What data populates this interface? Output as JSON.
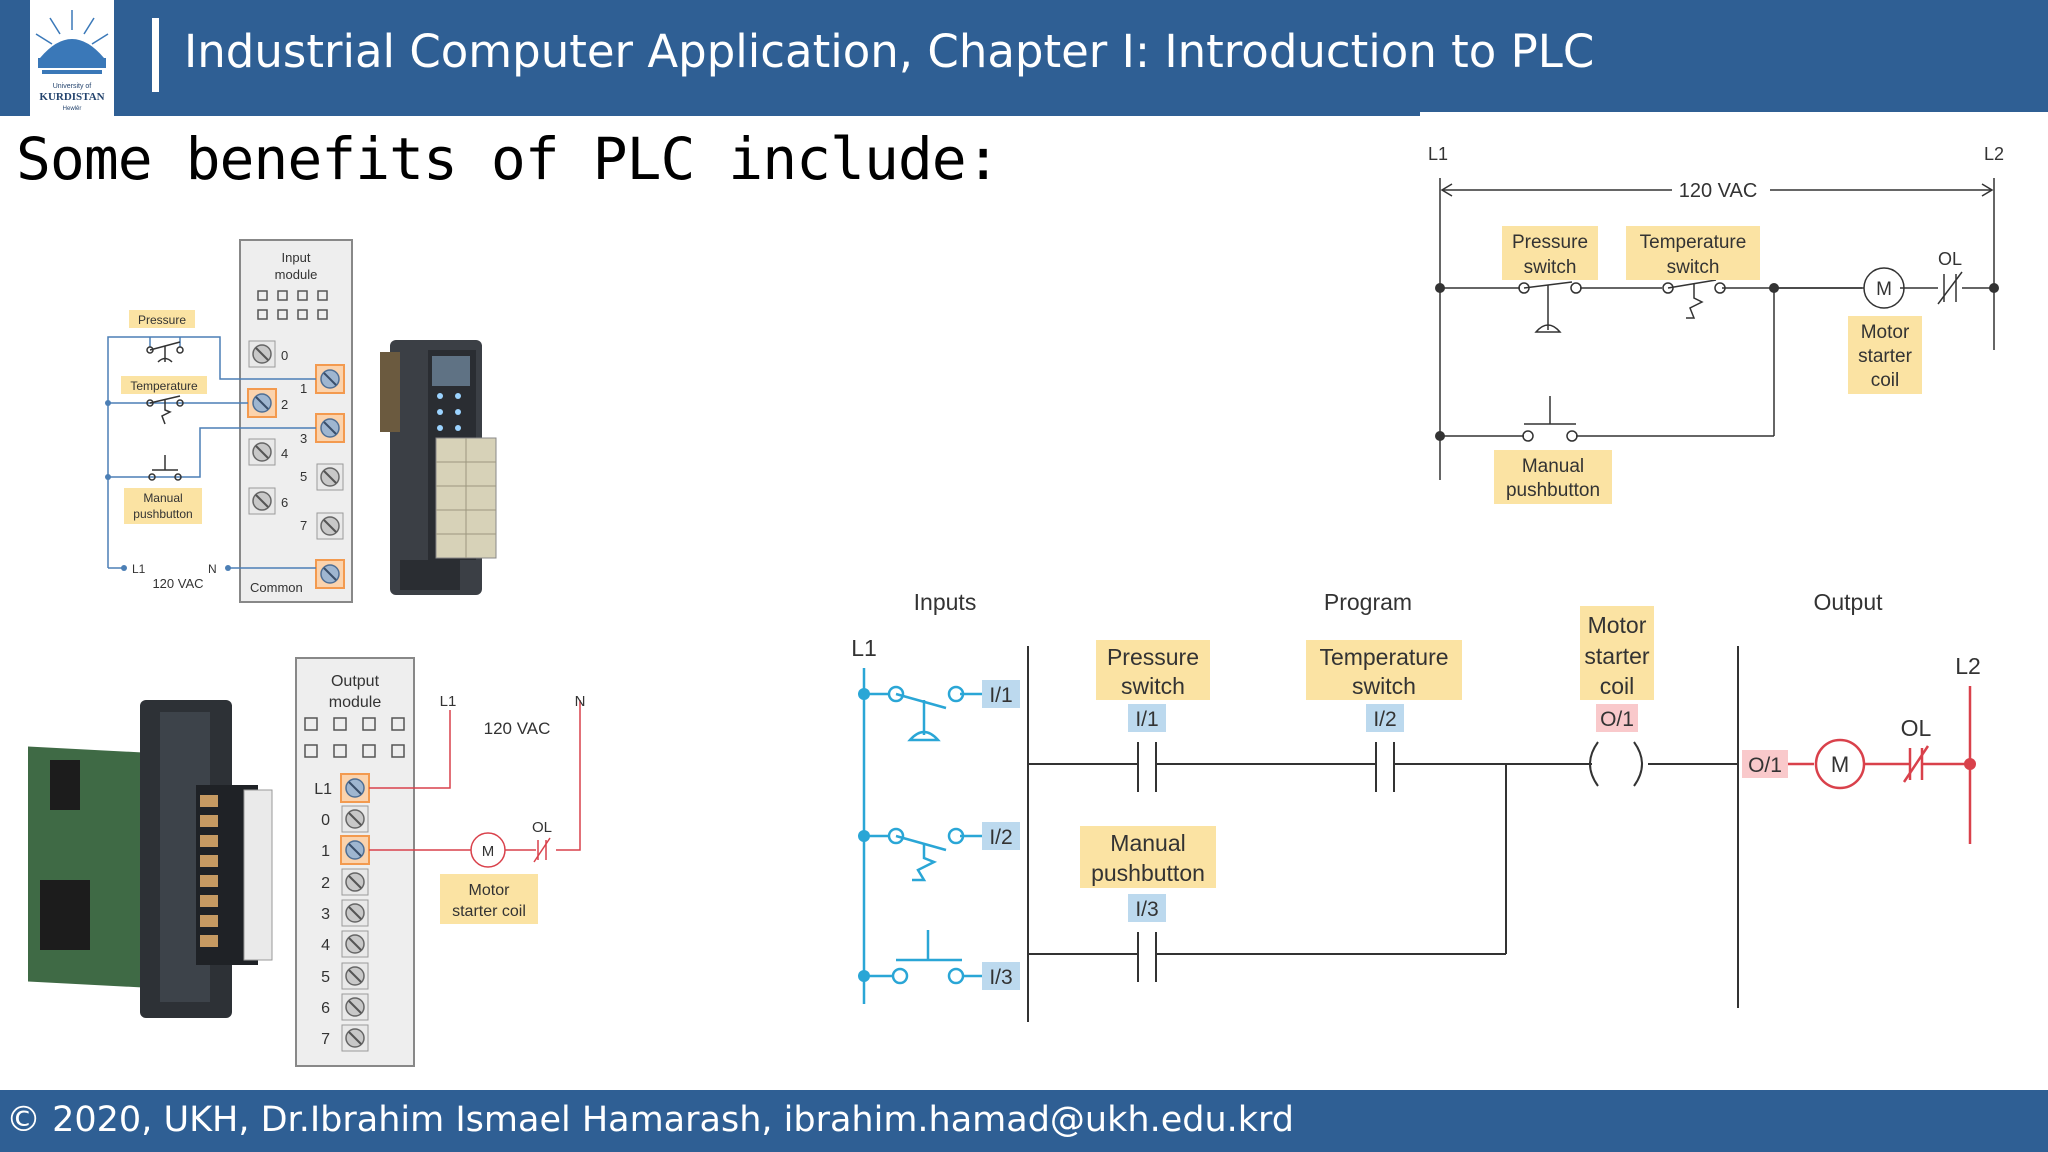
{
  "header": {
    "title": "Industrial Computer Application, Chapter I:   Introduction to PLC",
    "logo": {
      "line1": "University of",
      "line2": "KURDISTAN",
      "line3": "Hewlêr"
    }
  },
  "heading": "Some benefits of PLC  include:",
  "footer": "© 2020, UKH, Dr.Ibrahim Ismael Hamarash, ibrahim.hamad@ukh.edu.krd",
  "input_wiring": {
    "module_title_1": "Input",
    "module_title_2": "module",
    "pressure": "Pressure",
    "temperature": "Temperature",
    "manual_1": "Manual",
    "manual_2": "pushbutton",
    "l1": "L1",
    "n": "N",
    "vac": "120 VAC",
    "common": "Common",
    "terminals": [
      "0",
      "1",
      "2",
      "3",
      "4",
      "5",
      "6",
      "7"
    ]
  },
  "output_wiring": {
    "module_title_1": "Output",
    "module_title_2": "module",
    "l1_top": "L1",
    "n": "N",
    "vac": "120 VAC",
    "ol": "OL",
    "motor": "M",
    "coil_1": "Motor",
    "coil_2": "starter coil",
    "terminals": [
      "L1",
      "0",
      "1",
      "2",
      "3",
      "4",
      "5",
      "6",
      "7"
    ]
  },
  "hardwired": {
    "l1": "L1",
    "l2": "L2",
    "vac": "120 VAC",
    "pressure_1": "Pressure",
    "pressure_2": "switch",
    "temp_1": "Temperature",
    "temp_2": "switch",
    "ol": "OL",
    "motor": "M",
    "coil_1": "Motor",
    "coil_2": "starter",
    "coil_3": "coil",
    "manual_1": "Manual",
    "manual_2": "pushbutton"
  },
  "ladder": {
    "inputs": "Inputs",
    "program": "Program",
    "output": "Output",
    "l1": "L1",
    "l2": "L2",
    "i1": "I/1",
    "i2": "I/2",
    "i3": "I/3",
    "o1": "O/1",
    "pressure_1": "Pressure",
    "pressure_2": "switch",
    "temp_1": "Temperature",
    "temp_2": "switch",
    "coil_1": "Motor",
    "coil_2": "starter",
    "coil_3": "coil",
    "manual_1": "Manual",
    "manual_2": "pushbutton",
    "ol": "OL",
    "motor": "M"
  },
  "colors": {
    "header_bg": "#2f5f94",
    "label_bg": "#fbe3a3",
    "tag_bg": "#bcd9ee",
    "wire_blue": "#2aa6d6",
    "wire_red": "#d9414b",
    "terminal_orange": "#f39a4f"
  }
}
